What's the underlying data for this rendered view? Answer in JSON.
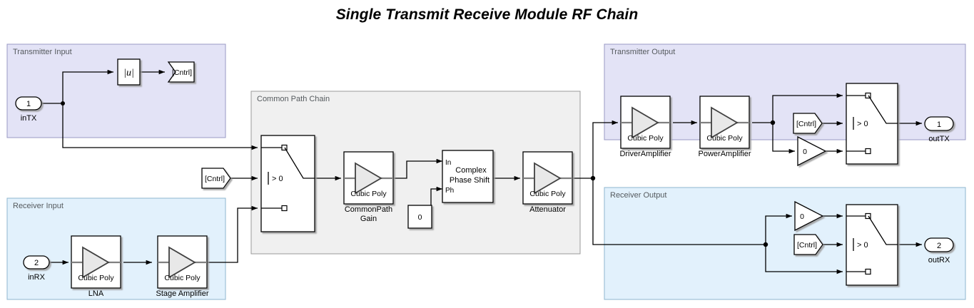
{
  "title": "Single Transmit Receive Module RF Chain",
  "colors": {
    "tx_group_fill": "#e3e3f6",
    "tx_group_stroke": "#9a9ac4",
    "rx_group_fill": "#e2f1fc",
    "rx_group_stroke": "#8fb6cf",
    "common_group_fill": "#f0f0f0",
    "common_group_stroke": "#9a9a9a",
    "block_fill": "#ffffff",
    "block_stroke": "#000000",
    "triangle_fill": "#e8e8e8",
    "wire": "#000000",
    "signal_wire": "#808080",
    "group_label": "#555a5e"
  },
  "groups": [
    {
      "id": "transmitter-input",
      "label": "Transmitter Input"
    },
    {
      "id": "receiver-input",
      "label": "Receiver Input"
    },
    {
      "id": "common-path-chain",
      "label": "Common Path Chain"
    },
    {
      "id": "transmitter-output",
      "label": "Transmitter Output"
    },
    {
      "id": "receiver-output",
      "label": "Receiver Output"
    }
  ],
  "ports": {
    "in_tx": {
      "number": "1",
      "label": "inTX"
    },
    "in_rx": {
      "number": "2",
      "label": "inRX"
    },
    "out_tx": {
      "number": "1",
      "label": "outTX"
    },
    "out_rx": {
      "number": "2",
      "label": "outRX"
    }
  },
  "blocks": {
    "abs": {
      "inner": "|u|"
    },
    "goto_tx": {
      "tag": "[Cntrl]"
    },
    "from_common": {
      "tag": "[Cntrl]"
    },
    "from_tx_out": {
      "tag": "[Cntrl]"
    },
    "from_rx_out": {
      "tag": "[Cntrl]"
    },
    "lna": {
      "inner": "Cubic Poly",
      "label": "LNA"
    },
    "stage_amp": {
      "inner": "Cubic Poly",
      "label": "Stage Amplifier"
    },
    "commonpath_gain": {
      "inner": "Cubic Poly",
      "label": "CommonPath\nGain",
      "label_line1": "CommonPath",
      "label_line2": "Gain"
    },
    "attenuator": {
      "inner": "Cubic Poly",
      "label": "Attenuator"
    },
    "driver_amp": {
      "inner": "Cubic Poly",
      "label": "DriverAmplifier"
    },
    "power_amp": {
      "inner": "Cubic Poly",
      "label": "PowerAmplifier"
    },
    "phase_shift": {
      "line1": "Complex",
      "line2": "Phase Shift",
      "port_in": "In",
      "port_ph": "Ph"
    },
    "const_phase": {
      "value": "0"
    },
    "gain_tx_zero": {
      "value": "0"
    },
    "gain_rx_zero": {
      "value": "0"
    },
    "switch_common": {
      "criteria": "> 0"
    },
    "switch_tx_out": {
      "criteria": "> 0"
    },
    "switch_rx_out": {
      "criteria": "> 0"
    }
  }
}
